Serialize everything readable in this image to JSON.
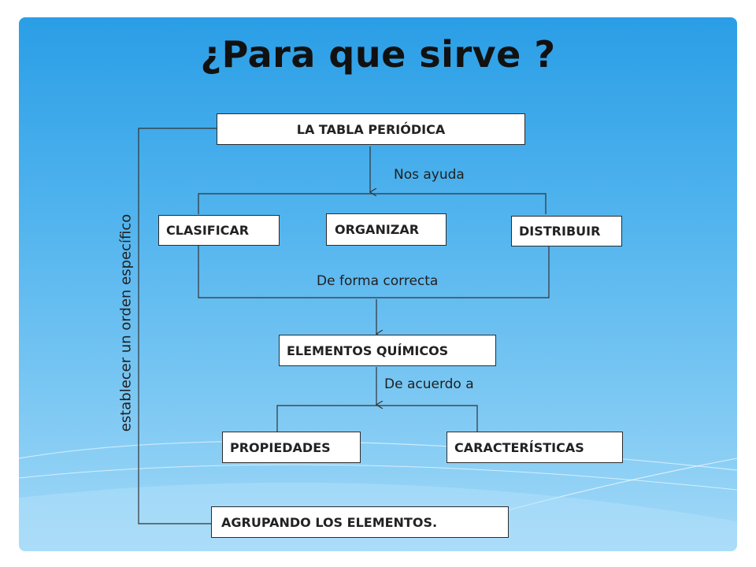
{
  "slide": {
    "title": "¿Para que sirve ?"
  },
  "diagram": {
    "root": "LA TABLA PERIÓDICA",
    "edge_label_1": "Nos ayuda",
    "actions": [
      "CLASIFICAR",
      "ORGANIZAR",
      "DISTRIBUIR"
    ],
    "edge_label_2": "De forma correcta",
    "middle": "ELEMENTOS QUÍMICOS",
    "edge_label_3": "De acuerdo  a",
    "attributes": [
      "PROPIEDADES",
      "CARACTERÍSTICAS"
    ],
    "side_label": "establecer un orden específico",
    "bottom": "AGRUPANDO LOS ELEMENTOS."
  }
}
